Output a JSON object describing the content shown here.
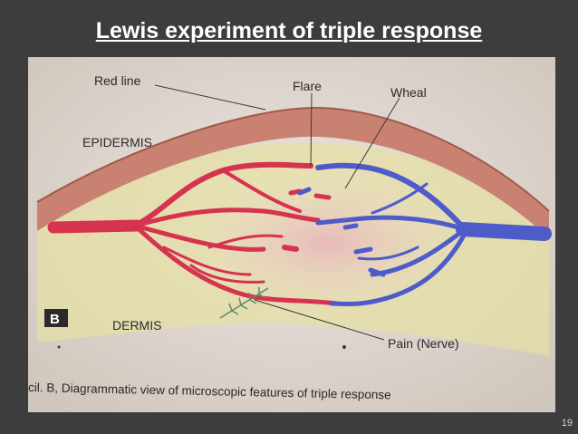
{
  "slide": {
    "title": "Lewis experiment of triple response",
    "page_number": "19"
  },
  "figure": {
    "labels": {
      "red_line": "Red line",
      "flare": "Flare",
      "wheal": "Wheal",
      "epidermis": "EPIDERMIS",
      "dermis": "DERMIS",
      "pain_nerve": "Pain (Nerve)",
      "panel": "B"
    },
    "caption": "cil. B, Diagrammatic view of microscopic features of triple response"
  },
  "colors": {
    "background": "#3d3d3d",
    "paper": "#e4ddd6",
    "epidermis": "#c98272",
    "arteriole_red": "#d6334f",
    "venule_blue": "#4d5cc9",
    "nerve": "#5a8a6a"
  }
}
